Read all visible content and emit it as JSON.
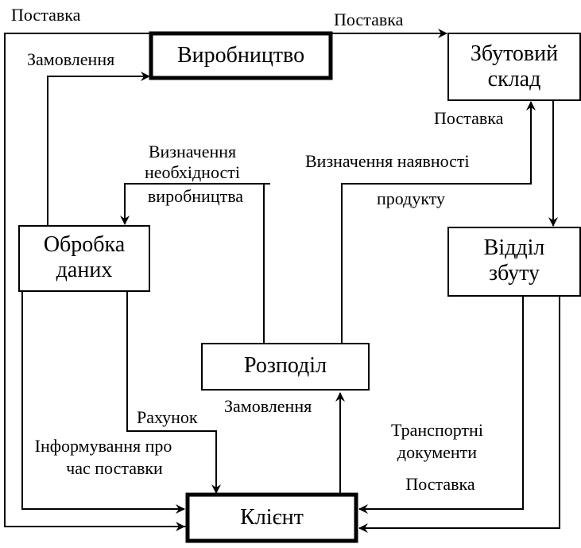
{
  "nodes": {
    "vyrobnytstvo": "Виробництво",
    "zbutovyi_sklad": [
      "Збутовий",
      "склад"
    ],
    "obrobka_danykh": [
      "Обробка",
      "даних"
    ],
    "viddil_zbutu": [
      "Відділ",
      "збуту"
    ],
    "rozpodil": "Розподіл",
    "kliient": "Клієнт"
  },
  "edge_labels": {
    "top_left_postavka": "Поставка",
    "top_right_postavka": "Поставка",
    "zamovlennia_top": "Замовлення",
    "sklad_postavka": "Поставка",
    "vyznachennia_neobkhidnosti": [
      "Визначення",
      "необхідності",
      "виробництва"
    ],
    "vyznachennia_naiavnosti": [
      "Визначення наявності",
      "продукту"
    ],
    "rakhunok": "Рахунок",
    "zamovlennia_bottom": "Замовлення",
    "informuvannia": [
      "Інформування про",
      "час поставки"
    ],
    "transportni": [
      "Транспортні",
      "документи"
    ],
    "bottom_postavka": "Поставка"
  }
}
